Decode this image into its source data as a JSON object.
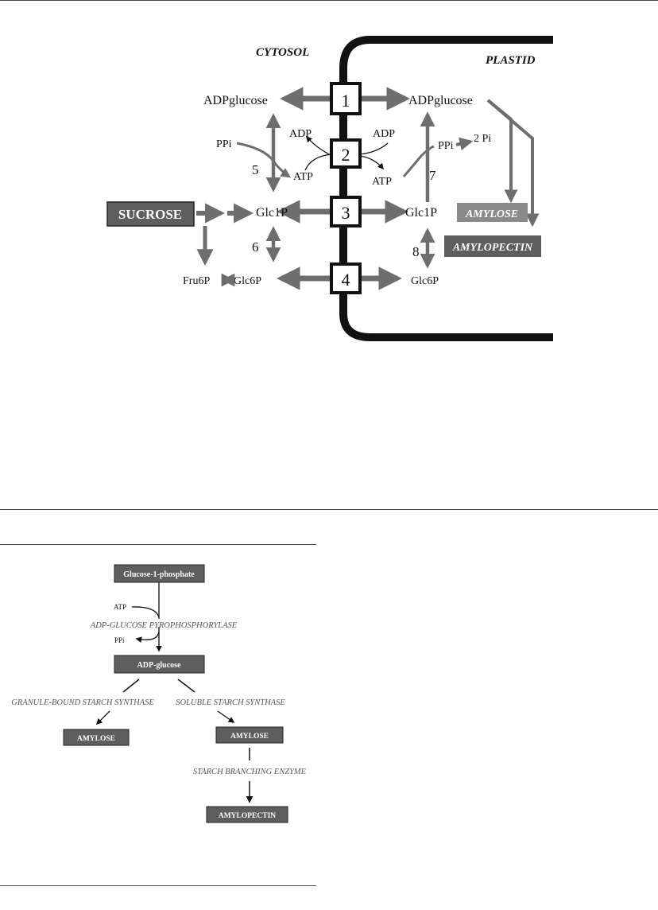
{
  "figure1": {
    "compartments": {
      "cytosol": "CYTOSOL",
      "plastid": "PLASTID"
    },
    "transporters": [
      "1",
      "2",
      "3",
      "4"
    ],
    "cytosol": {
      "adpglucose": "ADPglucose",
      "ppi": "PPi",
      "adp": "ADP",
      "atp": "ATP",
      "sucrose": "SUCROSE",
      "glc1p": "Glc1P",
      "fru6p": "Fru6P",
      "glc6p": "Glc6P"
    },
    "plastid": {
      "adpglucose": "ADPglucose",
      "adp": "ADP",
      "atp": "ATP",
      "ppi": "PPi",
      "two_pi": "2 Pi",
      "glc1p": "Glc1P",
      "glc6p": "Glc6P",
      "amylose": "AMYLOSE",
      "amylopectin": "AMYLOPECTIN"
    },
    "step_numbers": {
      "s5": "5",
      "s6": "6",
      "s7": "7",
      "s8": "8"
    },
    "colors": {
      "arrow": "#6e6e6e",
      "membrane": "#111111",
      "box_dark": "#5a5a5a",
      "box_light": "#8a8a8a"
    }
  },
  "figure2": {
    "glc1p": "Glucose-1-phosphate",
    "atp": "ATP",
    "agpase": "ADP-GLUCOSE PYROPHOSPHORYLASE",
    "ppi": "PPi",
    "adpglucose": "ADP-glucose",
    "gbss": "GRANULE-BOUND STARCH SYNTHASE",
    "sss": "SOLUBLE STARCH SYNTHASE",
    "amylose_left": "AMYLOSE",
    "amylose_right": "AMYLOSE",
    "sbe": "STARCH BRANCHING ENZYME",
    "amylopectin": "AMYLOPECTIN",
    "colors": {
      "box": "#5e5e5e",
      "enzyme_text": "#555555"
    }
  }
}
